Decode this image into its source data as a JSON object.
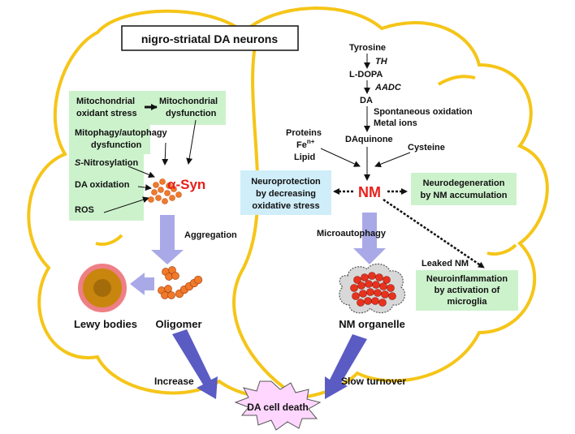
{
  "title": "nigro-striatal DA neurons",
  "colors": {
    "cloud_outline": "#f5c518",
    "green_box": "#ccf2cc",
    "blue_box": "#cfeef9",
    "red_text": "#e8201a",
    "arrow_purple": "#5b5bc4",
    "arrow_lavender": "#a9a9e8",
    "lewy_ring": "#ef7f86",
    "lewy_core": "#c8860e",
    "particle_orange": "#f07a2a"
  },
  "left": {
    "mito_stress": [
      "Mitochondrial",
      "oxidant stress"
    ],
    "mito_dysfunction": [
      "Mitochondrial",
      "dysfunction"
    ],
    "mitophagy": [
      "Mitophagy/autophagy",
      "dysfunction"
    ],
    "s_nitro_italic": "S",
    "s_nitro_rest": "-Nitrosylation",
    "da_oxidation": "DA oxidation",
    "ros": "ROS",
    "asyn": "α-Syn",
    "aggregation": "Aggregation",
    "lewy_bodies": "Lewy bodies",
    "oligomer": "Oligomer",
    "increase": "Increase"
  },
  "right": {
    "tyrosine": "Tyrosine",
    "th": "TH",
    "ldopa": "L-DOPA",
    "aadc": "AADC",
    "da": "DA",
    "spontaneous": "Spontaneous oxidation",
    "metal_ions": "Metal ions",
    "daquinone": "DAquinone",
    "proteins": "Proteins",
    "fe_base": "Fe",
    "fe_sup": "n+",
    "lipid": "Lipid",
    "cysteine": "Cysteine",
    "nm": "NM",
    "neuroprotection": [
      "Neuroprotection",
      "by decreasing",
      "oxidative stress"
    ],
    "neurodegeneration": [
      "Neurodegeneration",
      "by NM accumulation"
    ],
    "microautophagy": "Microautophagy",
    "leaked_nm": "Leaked NM",
    "neuroinflammation": [
      "Neuroinflammation",
      "by activation of",
      "microglia"
    ],
    "nm_organelle": "NM organelle",
    "slow_turnover": "Slow turnover"
  },
  "bottom": {
    "cell_death": "DA cell death"
  }
}
